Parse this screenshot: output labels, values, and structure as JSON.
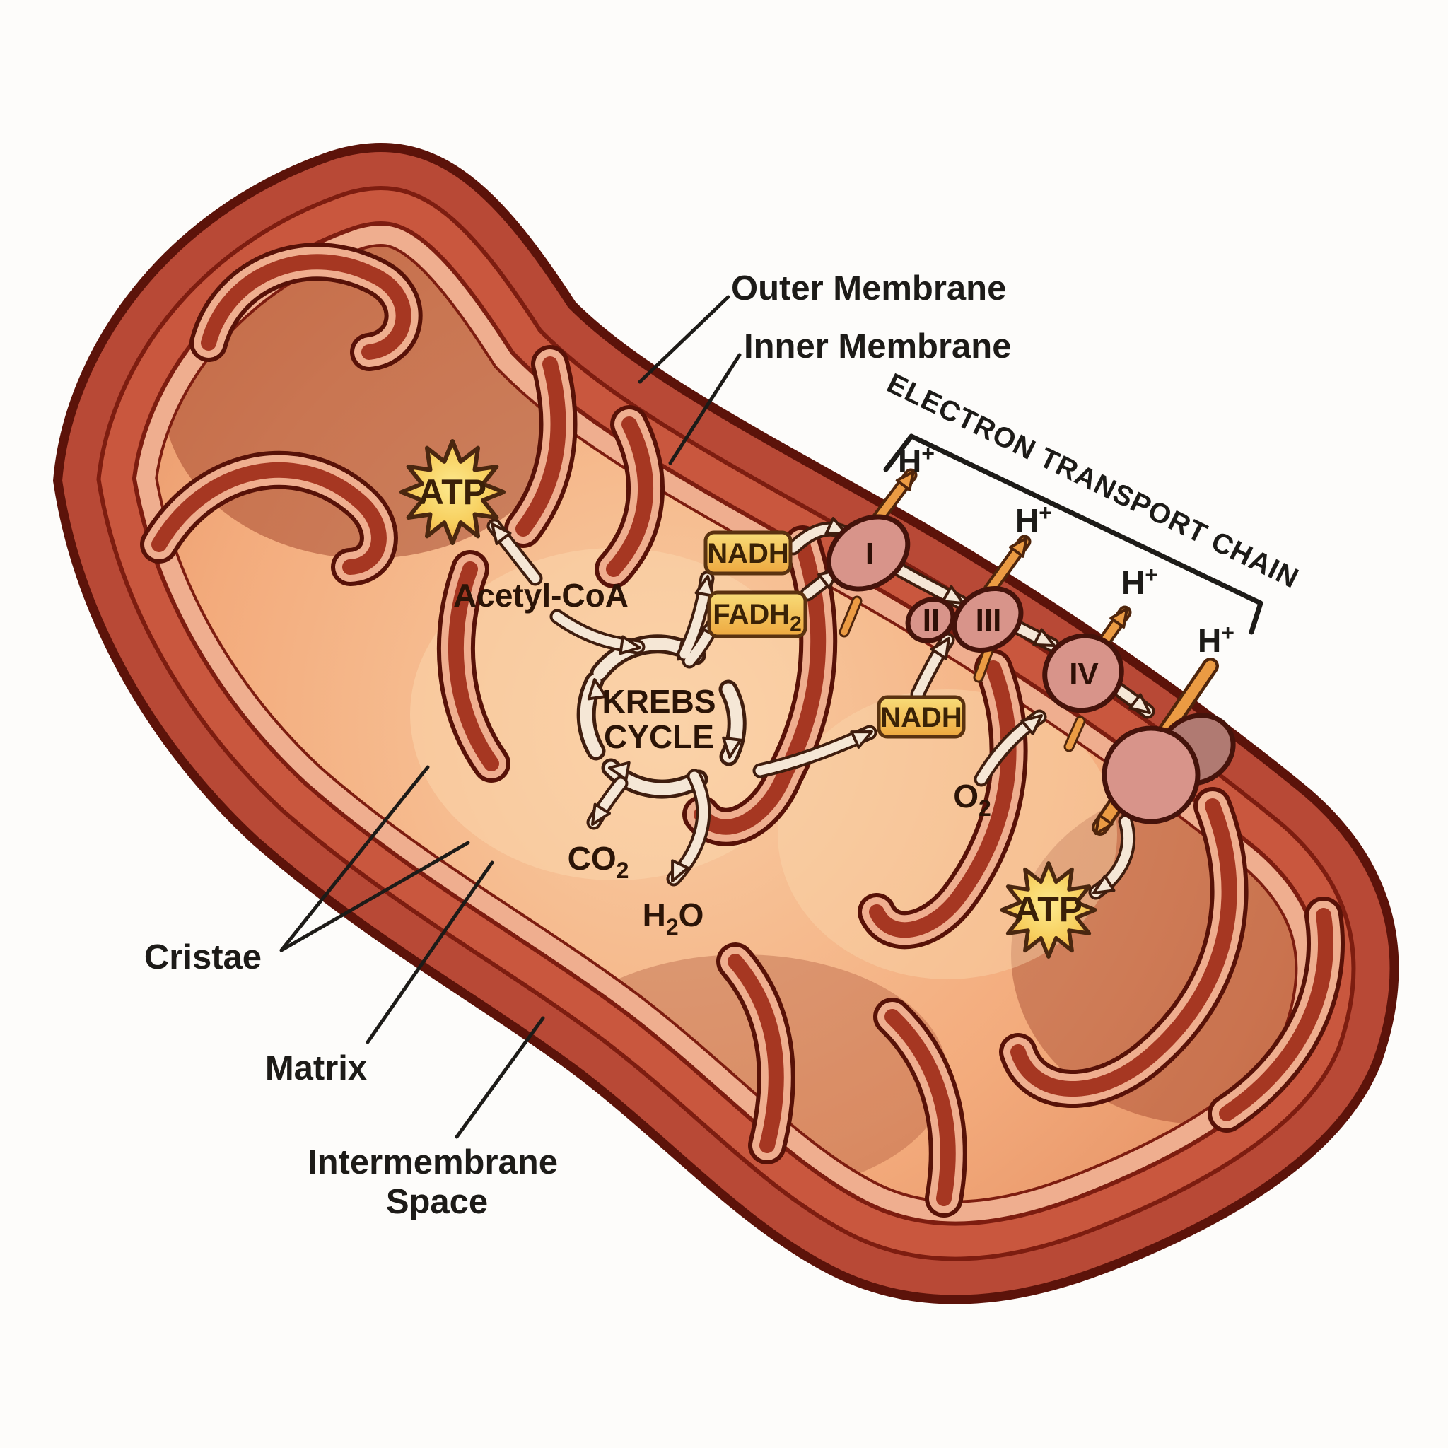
{
  "labels": {
    "outer_membrane": "Outer Membrane",
    "inner_membrane": "Inner Membrane",
    "cristae": "Cristae",
    "matrix": "Matrix",
    "intermembrane_line1": "Intermembrane",
    "intermembrane_line2": "Space"
  },
  "electron_transport_chain": {
    "title": "ELECTRON TRANSPORT CHAIN",
    "complexes": [
      "I",
      "II",
      "III",
      "IV"
    ],
    "proton": {
      "base": "H",
      "sup": "+"
    }
  },
  "krebs_cycle": {
    "line1": "KREBS",
    "line2": "CYCLE"
  },
  "molecules": {
    "acetyl_coa": "Acetyl-CoA",
    "atp": "ATP",
    "nadh": "NADH",
    "fadh2": {
      "base": "FADH",
      "sub": "2"
    },
    "co2": {
      "base": "CO",
      "sub": "2"
    },
    "h2o": {
      "base": "H",
      "sub": "2",
      "tail": "O"
    },
    "o2": {
      "base": "O",
      "sub": "2"
    }
  },
  "colors": {
    "background": "#fdfcfa",
    "outer_membrane": "#b84936",
    "membrane_outline": "#5c130a",
    "intermembrane_space": "#c9573e",
    "inner_membrane": "#efae8f",
    "matrix": "#f3ab7c",
    "crista_lumen": "#a63722",
    "flow_arrow": "#f5e7d6",
    "proton_arrow": "#eb9b43",
    "gold_box": "#f6c95a",
    "atp_star": "#f7cf5e",
    "complex_fill": "#d8948a",
    "text_dark": "#1d1b18",
    "text_brown": "#2f1507"
  }
}
